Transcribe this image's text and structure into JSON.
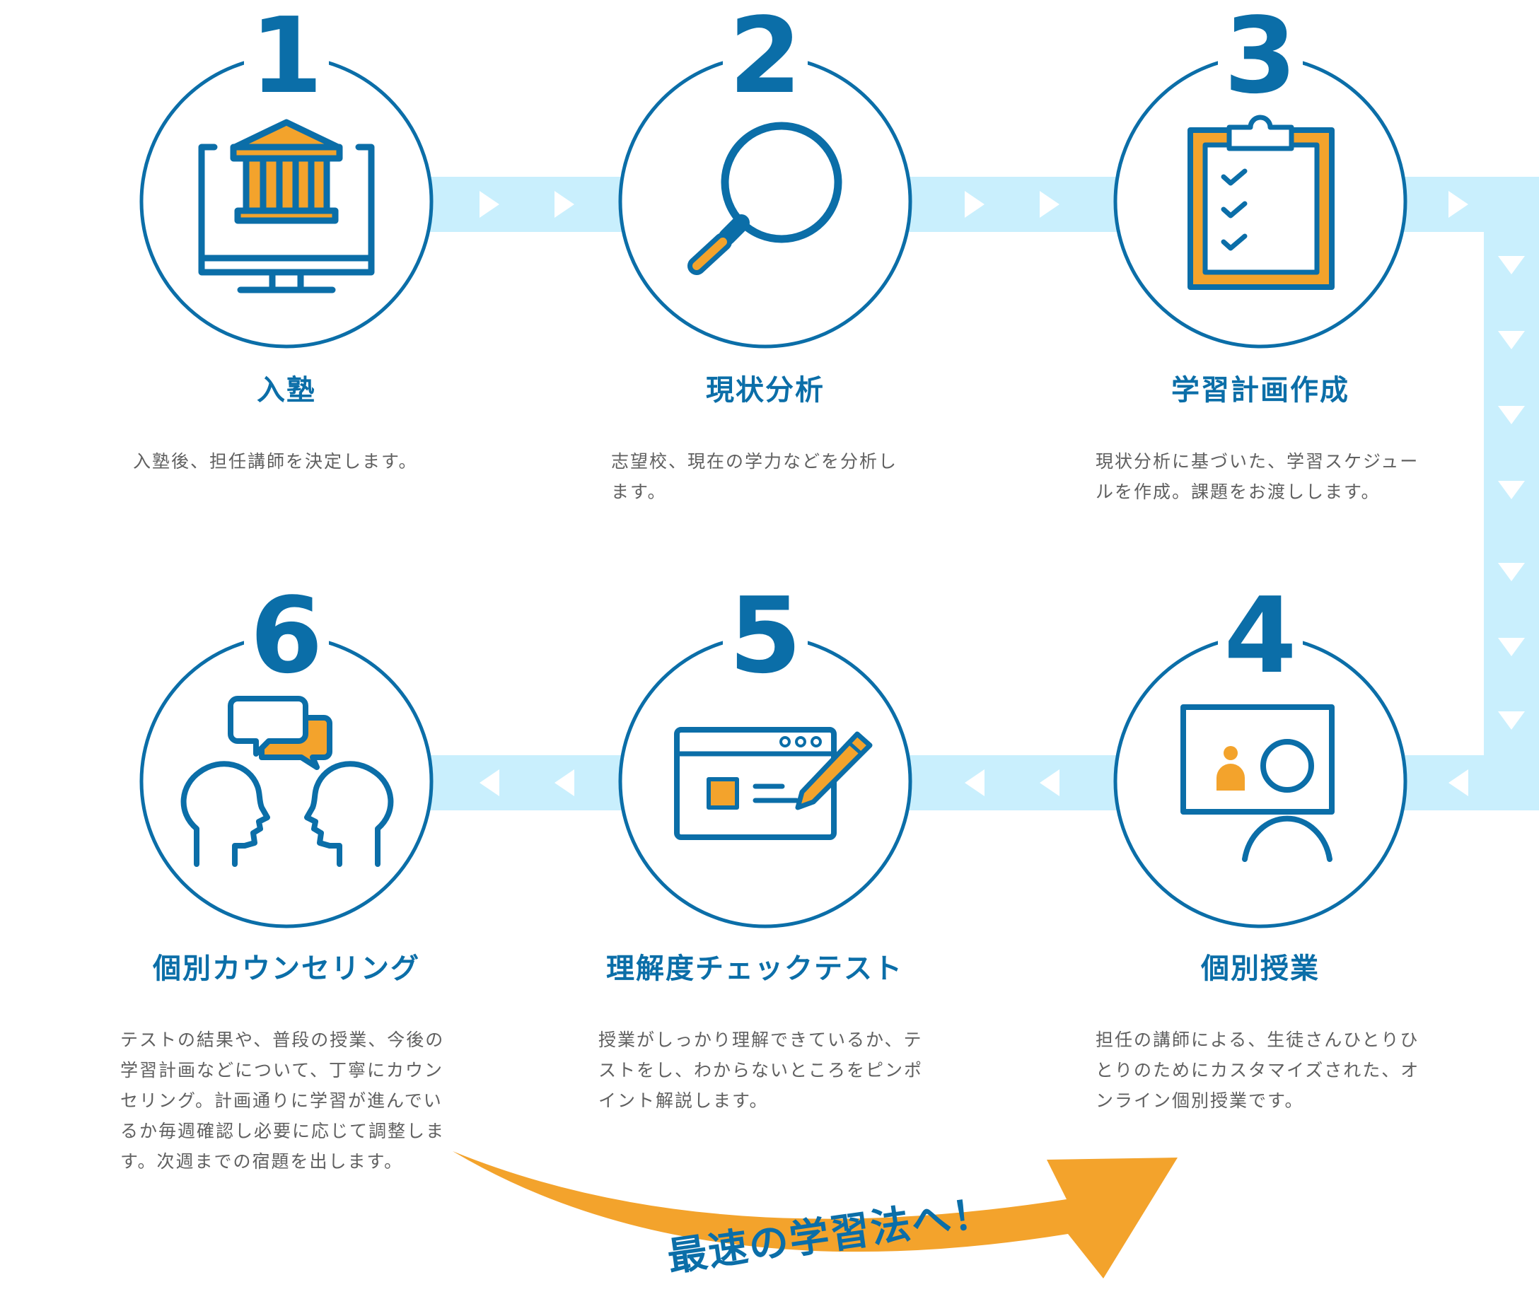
{
  "colors": {
    "primary": "#0b6ea8",
    "accent": "#f3a32c",
    "track": "#c9effd",
    "text": "#606060"
  },
  "steps": [
    {
      "number": "1",
      "title": "入塾",
      "icon": "school-monitor-icon",
      "description": "入塾後、担任講師を決定します。"
    },
    {
      "number": "2",
      "title": "現状分析",
      "icon": "magnifier-icon",
      "description": "志望校、現在の学力などを分析します。"
    },
    {
      "number": "3",
      "title": "学習計画作成",
      "icon": "clipboard-checklist-icon",
      "description": "現状分析に基づいた、学習スケジュールを作成。課題をお渡しします。"
    },
    {
      "number": "4",
      "title": "個別授業",
      "icon": "online-lesson-icon",
      "description": "担任の講師による、生徒さんひとりひとりのためにカスタマイズされた、オンライン個別授業です。"
    },
    {
      "number": "5",
      "title": "理解度チェックテスト",
      "icon": "web-test-icon",
      "description": "授業がしっかり理解できているか、テストをし、わからないところをピンポイント解説します。"
    },
    {
      "number": "6",
      "title": "個別カウンセリング",
      "icon": "counseling-icon",
      "description": "テストの結果や、普段の授業、今後の学習計画などについて、丁寧にカウンセリング。計画通りに学習が進んでいるか毎週確認し必要に応じて調整します。次週までの宿題を出します。"
    }
  ],
  "slogan": "最速の学習法へ！"
}
